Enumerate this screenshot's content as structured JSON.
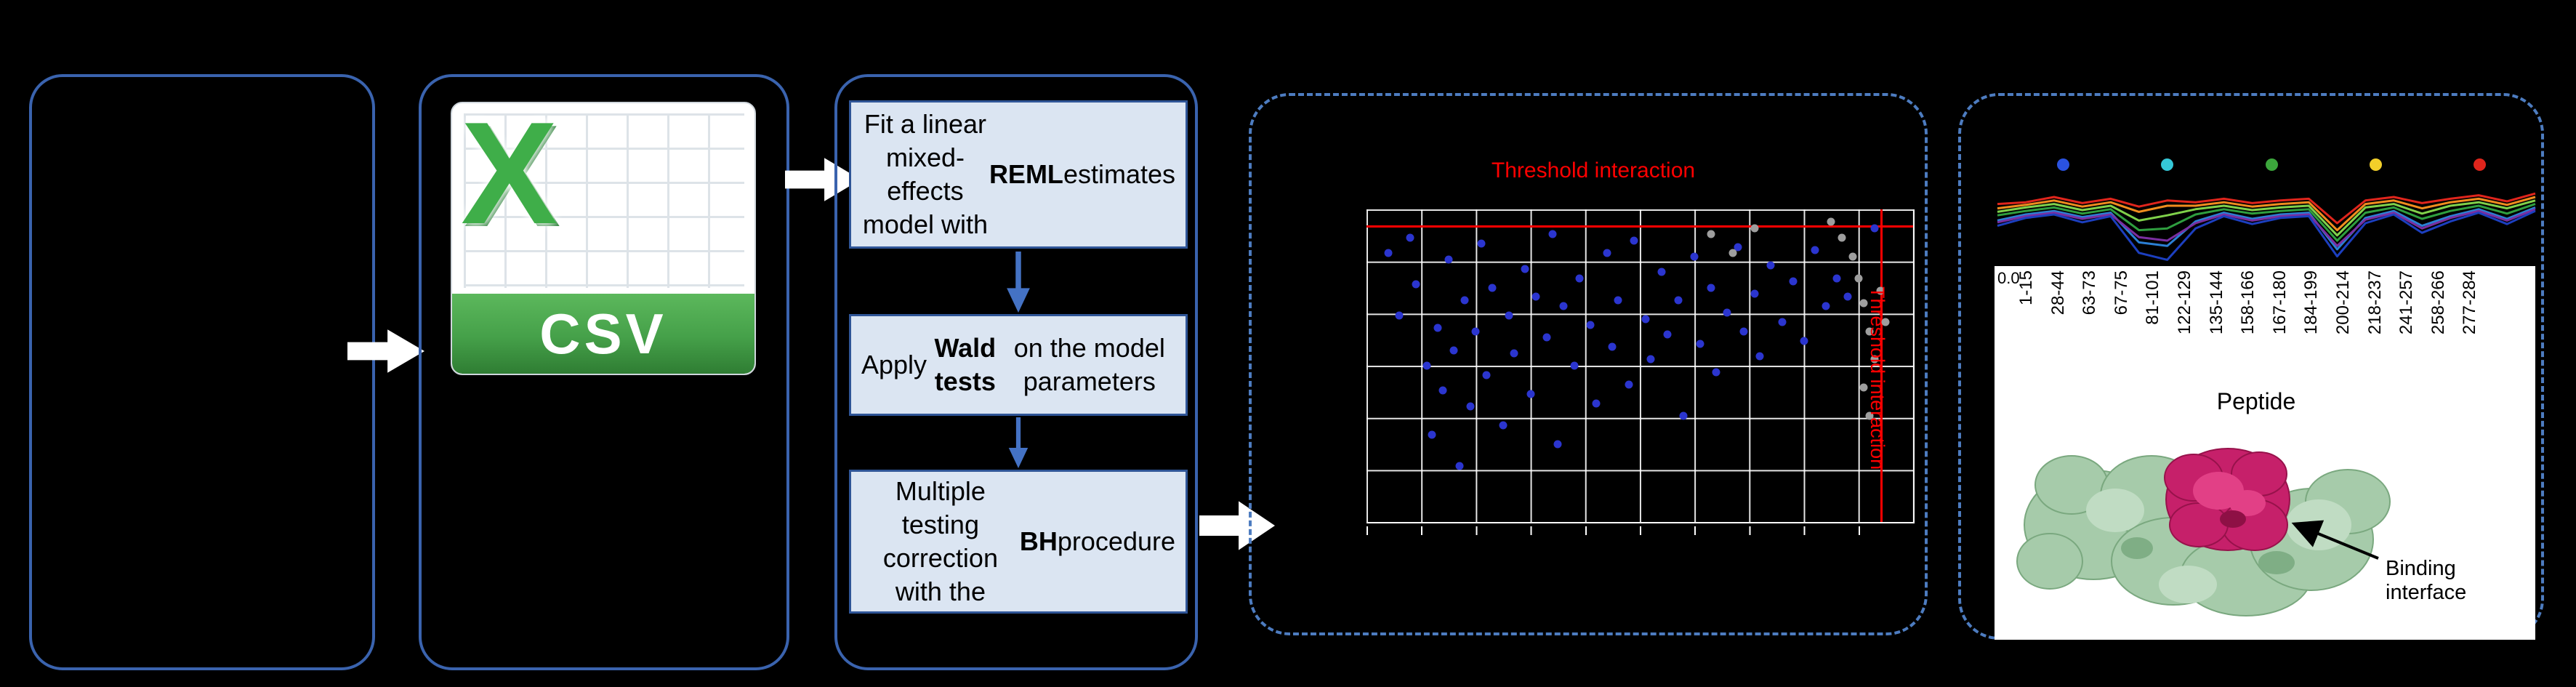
{
  "colors": {
    "background": "#000000",
    "panel_border": "#3a63ae",
    "panel_border_dashed": "#4d7cc0",
    "box_fill": "#dbe5f2",
    "box_border": "#2f5597",
    "flow_arrow": "#ffffff",
    "step_arrow": "#4472c4",
    "threshold_red": "#ff0000",
    "dot_blue": "#2b35cf",
    "dot_gray": "#9e9e9e",
    "csv_green": "#3fae49",
    "csv_ribbon": "#45a049",
    "protein_green": "#a6cbaa",
    "protein_green_dark": "#7aa87f",
    "binding_magenta": "#c6206a",
    "binding_magenta_dark": "#97124b"
  },
  "csv": {
    "x_label": "X",
    "label": "CSV"
  },
  "steps": [
    {
      "pre": "Fit a linear mixed-effects model with ",
      "bold": "REML",
      "post": " estimates"
    },
    {
      "pre": "Apply ",
      "bold": "Wald tests",
      "post": " on the model parameters"
    },
    {
      "pre": "Multiple testing correction\nwith the ",
      "bold": "BH",
      "post": " procedure"
    }
  ],
  "scatter": {
    "title": "Threshold interaction",
    "right_label": "Threshold interaction",
    "threshold_h_pct": 5,
    "threshold_v_pct": 94,
    "blue_points": [
      [
        4,
        14
      ],
      [
        6,
        34
      ],
      [
        8,
        9
      ],
      [
        9,
        24
      ],
      [
        11,
        50
      ],
      [
        12,
        72
      ],
      [
        13,
        38
      ],
      [
        14,
        58
      ],
      [
        15,
        16
      ],
      [
        16,
        45
      ],
      [
        17,
        82
      ],
      [
        18,
        29
      ],
      [
        19,
        63
      ],
      [
        20,
        39
      ],
      [
        21,
        11
      ],
      [
        22,
        53
      ],
      [
        23,
        25
      ],
      [
        25,
        69
      ],
      [
        26,
        34
      ],
      [
        27,
        46
      ],
      [
        29,
        19
      ],
      [
        30,
        59
      ],
      [
        31,
        28
      ],
      [
        33,
        41
      ],
      [
        34,
        8
      ],
      [
        35,
        75
      ],
      [
        36,
        31
      ],
      [
        38,
        50
      ],
      [
        39,
        22
      ],
      [
        41,
        37
      ],
      [
        42,
        62
      ],
      [
        44,
        14
      ],
      [
        45,
        44
      ],
      [
        46,
        29
      ],
      [
        48,
        56
      ],
      [
        49,
        10
      ],
      [
        51,
        35
      ],
      [
        52,
        48
      ],
      [
        54,
        20
      ],
      [
        55,
        40
      ],
      [
        57,
        29
      ],
      [
        58,
        66
      ],
      [
        60,
        15
      ],
      [
        61,
        43
      ],
      [
        63,
        25
      ],
      [
        64,
        52
      ],
      [
        66,
        33
      ],
      [
        68,
        12
      ],
      [
        69,
        39
      ],
      [
        71,
        27
      ],
      [
        72,
        47
      ],
      [
        74,
        18
      ],
      [
        76,
        36
      ],
      [
        78,
        23
      ],
      [
        80,
        42
      ],
      [
        82,
        13
      ],
      [
        84,
        31
      ],
      [
        86,
        22
      ],
      [
        88,
        28
      ],
      [
        93,
        6
      ]
    ],
    "gray_points": [
      [
        63,
        8
      ],
      [
        67,
        14
      ],
      [
        71,
        6
      ],
      [
        85,
        4
      ],
      [
        87,
        9
      ],
      [
        89,
        15
      ],
      [
        90,
        22
      ],
      [
        91,
        30
      ],
      [
        92,
        39
      ],
      [
        93,
        48
      ],
      [
        91,
        57
      ],
      [
        92,
        66
      ],
      [
        94,
        26
      ],
      [
        95,
        36
      ]
    ]
  },
  "peptide": {
    "legend_colors": [
      "#2a52e0",
      "#35c8d8",
      "#3ca63c",
      "#f2cf2a",
      "#e0251c"
    ],
    "series": [
      {
        "color": "#e0251c",
        "values": [
          28,
          26,
          20,
          27,
          22,
          31,
          24,
          26,
          22,
          27,
          24,
          22,
          50,
          24,
          20,
          27,
          22,
          18,
          25,
          16
        ]
      },
      {
        "color": "#f08c1e",
        "values": [
          33,
          29,
          24,
          31,
          26,
          37,
          30,
          30,
          26,
          31,
          28,
          26,
          58,
          28,
          24,
          33,
          26,
          22,
          29,
          20
        ]
      },
      {
        "color": "#7fd14a",
        "values": [
          37,
          32,
          28,
          35,
          30,
          47,
          41,
          34,
          30,
          35,
          32,
          30,
          64,
          32,
          28,
          39,
          30,
          26,
          33,
          24
        ]
      },
      {
        "color": "#2f9e3f",
        "values": [
          41,
          36,
          32,
          39,
          34,
          58,
          56,
          40,
          34,
          39,
          36,
          34,
          70,
          38,
          32,
          45,
          36,
          30,
          39,
          28
        ]
      },
      {
        "color": "#2b7fd4",
        "values": [
          47,
          40,
          36,
          43,
          38,
          72,
          76,
          48,
          38,
          45,
          40,
          38,
          80,
          44,
          36,
          53,
          42,
          34,
          45,
          32
        ]
      },
      {
        "color": "#7a2ea0",
        "values": [
          49,
          42,
          38,
          45,
          40,
          66,
          70,
          50,
          40,
          47,
          42,
          40,
          76,
          46,
          38,
          56,
          44,
          36,
          47,
          34
        ]
      },
      {
        "color": "#1c3fbf",
        "values": [
          53,
          44,
          40,
          49,
          42,
          84,
          92,
          56,
          42,
          51,
          44,
          42,
          88,
          50,
          40,
          61,
          48,
          38,
          51,
          36
        ]
      }
    ],
    "y_tick": "0.0",
    "labels": [
      "1-15",
      "28-44",
      "63-73",
      "67-75",
      "81-101",
      "122-129",
      "135-144",
      "158-166",
      "167-180",
      "184-199",
      "200-214",
      "218-237",
      "241-257",
      "258-266",
      "277-284"
    ],
    "xlabel": "Peptide",
    "annotation": "Binding interface"
  }
}
